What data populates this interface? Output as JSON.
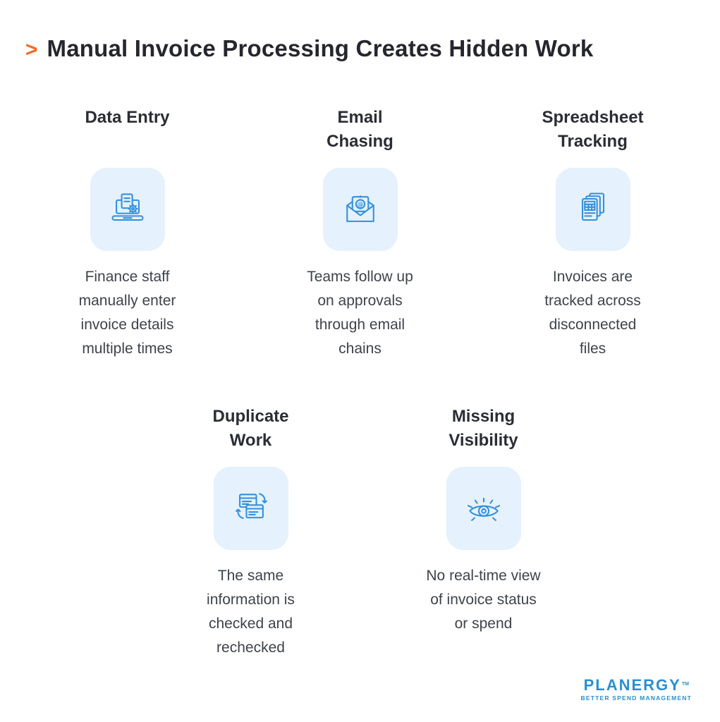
{
  "header": {
    "accent": ">",
    "title": "Manual Invoice Processing Creates Hidden Work"
  },
  "cards": [
    {
      "title": "Data Entry",
      "description": "Finance staff\nmanually enter\ninvoice details\nmultiple times",
      "icon": "laptop-document-gear-icon"
    },
    {
      "title": "Email\nChasing",
      "description": "Teams follow up\non approvals\nthrough email\nchains",
      "icon": "open-envelope-at-icon"
    },
    {
      "title": "Spreadsheet\nTracking",
      "description": "Invoices are\ntracked across\ndisconnected\nfiles",
      "icon": "stacked-spreadsheets-icon"
    },
    {
      "title": "Duplicate\nWork",
      "description": "The same\ninformation is\nchecked and\nrechecked",
      "icon": "sync-windows-icon"
    },
    {
      "title": "Missing\nVisibility",
      "description": "No real-time view\nof invoice status\nor spend",
      "icon": "eye-visibility-icon"
    }
  ],
  "logo": {
    "name": "PLANERGY",
    "trademark": "TM",
    "tagline": "BETTER SPEND MANAGEMENT"
  },
  "colors": {
    "accent_orange": "#F26A21",
    "icon_blue": "#3390DC",
    "tile_background": "#E5F1FC",
    "heading_text": "#2B2D35",
    "body_text": "#3E434B",
    "logo_blue": "#2A8FD0"
  }
}
